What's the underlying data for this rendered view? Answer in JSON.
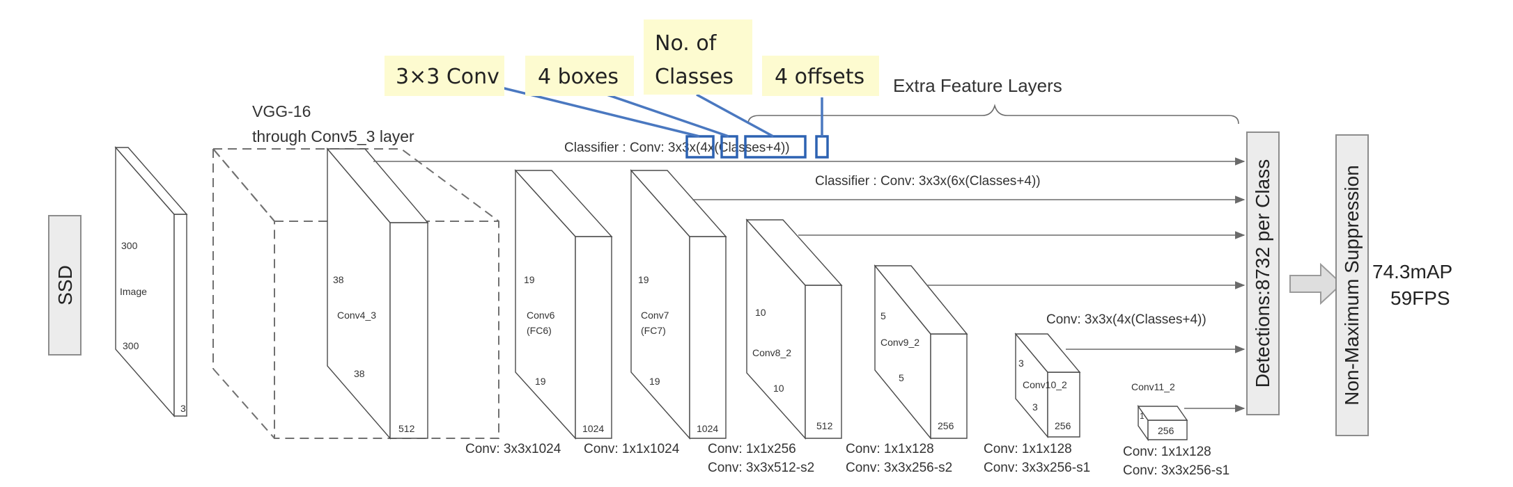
{
  "labels": {
    "ssd": "SSD",
    "vgg_title_1": "VGG-16",
    "vgg_title_2": "through Conv5_3 layer",
    "extra_layers": "Extra Feature Layers",
    "classifier_1": "Classifier : Conv: 3x3x(4x(Classes+4))",
    "classifier_2": "Classifier : Conv: 3x3x(6x(Classes+4))",
    "classifier_3": "Conv: 3x3x(4x(Classes+4))",
    "detections": "Detections:8732 per Class",
    "nms": "Non-Maximum Suppression",
    "map": "74.3mAP",
    "fps": "59FPS"
  },
  "callouts": [
    "3×3 Conv",
    "4 boxes",
    "No. of",
    "Classes",
    "4 offsets"
  ],
  "image_block": {
    "h": "300",
    "w": "300",
    "label": "Image",
    "depth": "3"
  },
  "conv4_3": {
    "h": "38",
    "w": "38",
    "label": "Conv4_3",
    "depth": "512"
  },
  "conv6": {
    "h": "19",
    "w": "19",
    "label1": "Conv6",
    "label2": "(FC6)",
    "depth": "1024"
  },
  "conv7": {
    "h": "19",
    "w": "19",
    "label1": "Conv7",
    "label2": "(FC7)",
    "depth": "1024"
  },
  "conv8": {
    "h": "10",
    "w": "10",
    "label": "Conv8_2",
    "depth": "512"
  },
  "conv9": {
    "h": "5",
    "w": "5",
    "label": "Conv9_2",
    "depth": "256"
  },
  "conv10": {
    "h": "3",
    "w": "3",
    "label": "Conv10_2",
    "depth": "256"
  },
  "conv11": {
    "label": "Conv11_2",
    "depth": "256",
    "h": "1"
  },
  "bottom": {
    "c6": "Conv: 3x3x1024",
    "c7": "Conv: 1x1x1024",
    "c8a": "Conv: 1x1x256",
    "c8b": "Conv: 3x3x512-s2",
    "c9a": "Conv: 1x1x128",
    "c9b": "Conv: 3x3x256-s2",
    "c10a": "Conv: 1x1x128",
    "c10b": "Conv: 3x3x256-s1",
    "c11a": "Conv: 1x1x128",
    "c11b": "Conv: 3x3x256-s1"
  }
}
